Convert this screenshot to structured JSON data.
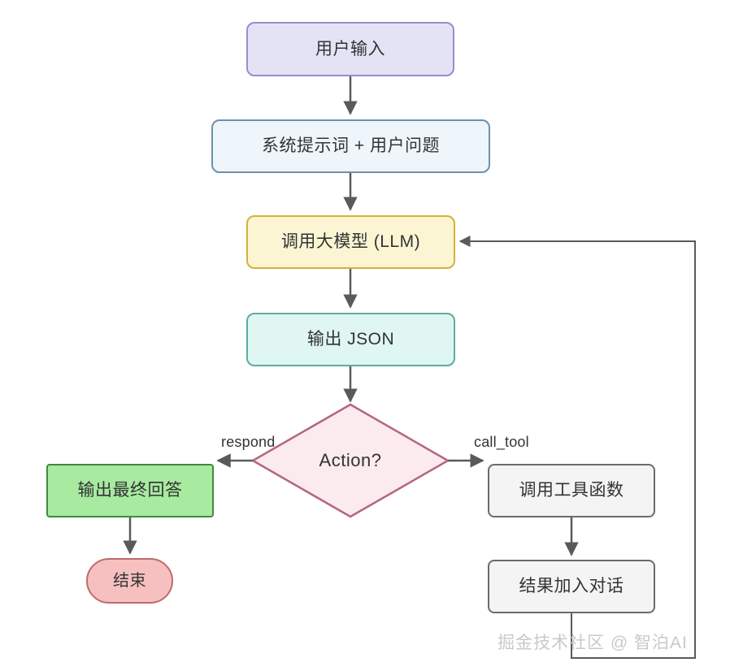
{
  "diagram": {
    "type": "flowchart",
    "title": "LLM Agent Loop Flowchart",
    "nodes": {
      "user_input": {
        "label": "用户输入",
        "shape": "rounded-rect",
        "fill": "#e4e3f6",
        "stroke": "#9b8ad4"
      },
      "system_prompt": {
        "label": "系统提示词 + 用户问题",
        "shape": "rounded-rect",
        "fill": "#eef5fb",
        "stroke": "#6d91ae"
      },
      "call_llm": {
        "label": "调用大模型 (LLM)",
        "shape": "rounded-rect",
        "fill": "#fbf5d4",
        "stroke": "#d2b23c"
      },
      "output_json": {
        "label": "输出 JSON",
        "shape": "rounded-rect",
        "fill": "#dff6f3",
        "stroke": "#5aada2"
      },
      "decision": {
        "label": "Action?",
        "shape": "diamond",
        "fill": "#fbeaee",
        "stroke": "#b4667d"
      },
      "final_answer": {
        "label": "输出最终回答",
        "shape": "rect",
        "fill": "#a7eaa0",
        "stroke": "#3f8b3c"
      },
      "end": {
        "label": "结束",
        "shape": "stadium",
        "fill": "#f6c0c0",
        "stroke": "#c06a6a"
      },
      "call_tool_fn": {
        "label": "调用工具函数",
        "shape": "rounded-rect",
        "fill": "#f4f4f4",
        "stroke": "#6b6b6b"
      },
      "merge_result": {
        "label": "结果加入对话",
        "shape": "rounded-rect",
        "fill": "#f4f4f4",
        "stroke": "#6b6b6b"
      }
    },
    "edge_labels": {
      "respond": "respond",
      "call_tool": "call_tool"
    },
    "edge_color": "#5a5a5a",
    "watermark": "掘金技术社区 @ 智泊AI"
  }
}
